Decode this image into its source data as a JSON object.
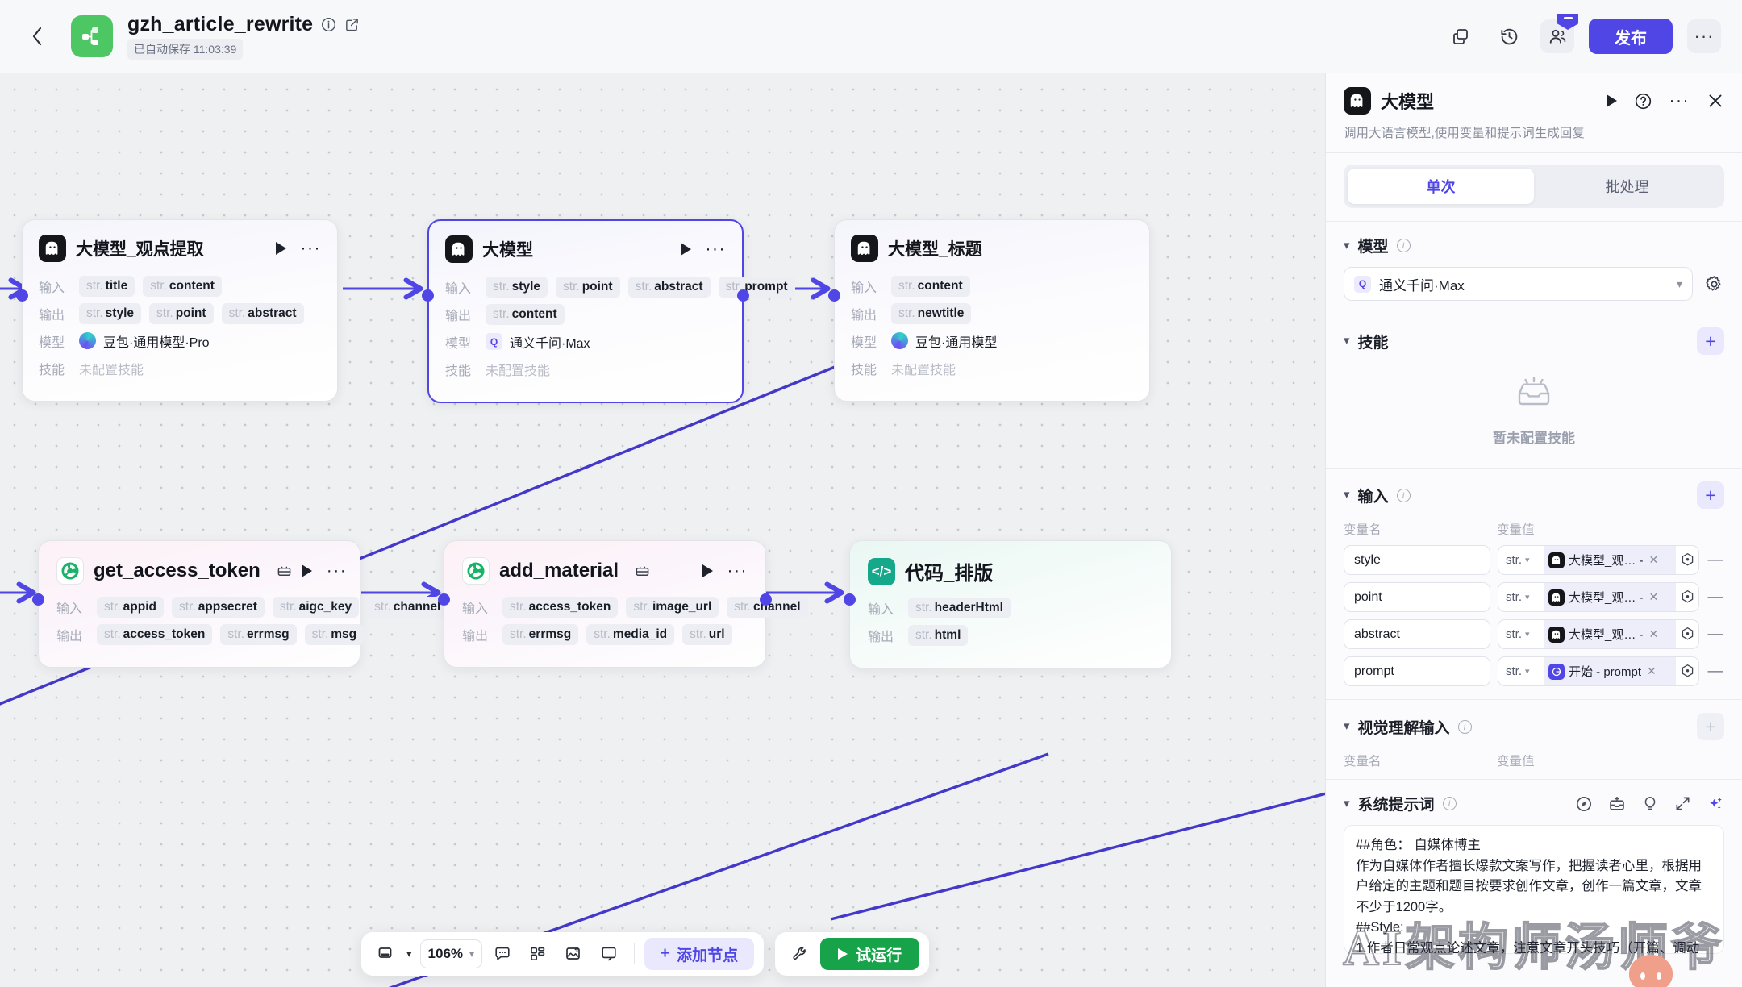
{
  "header": {
    "back_icon": "chevron-left-icon",
    "logo_icon": "workflow-logo-icon",
    "project_title": "gzh_article_rewrite",
    "info_icon": "info-circle-icon",
    "edit_icon": "edit-square-icon",
    "autosave_text": "已自动保存 11:03:39",
    "copy_icon": "duplicate-icon",
    "history_icon": "history-clock-icon",
    "collaborators_icon": "collaborators-icon",
    "publish_label": "发布",
    "more_icon": "more-dots-icon",
    "accent_color": "#4f46e5",
    "logo_color": "#4cc764"
  },
  "canvas": {
    "zoom_level": "106%",
    "toolbar": {
      "frame_icon": "frame-select-icon",
      "comment_icon": "comment-icon",
      "layout_icon": "auto-layout-icon",
      "image_icon": "image-upload-icon",
      "note_icon": "sticky-note-icon",
      "add_node_label": "添加节点",
      "add_node_icon": "plus-icon",
      "wrench_icon": "wrench-icon",
      "run_label": "试运行",
      "run_icon": "play-icon"
    },
    "labels": {
      "input": "输入",
      "output": "输出",
      "model": "模型",
      "skill": "技能"
    },
    "nodes": [
      {
        "id": "llm-viewpoint",
        "kind": "llm",
        "title": "大模型_观点提取",
        "icon": "llm-ghost-icon",
        "inputs": [
          "title",
          "content"
        ],
        "outputs": [
          "style",
          "point",
          "abstract"
        ],
        "model": "豆包·通用模型·Pro",
        "model_icon": "doubao-icon",
        "skill": "未配置技能",
        "selected": false,
        "has_play": true
      },
      {
        "id": "llm-main",
        "kind": "llm",
        "title": "大模型",
        "icon": "llm-ghost-icon",
        "inputs": [
          "style",
          "point",
          "abstract",
          "prompt"
        ],
        "outputs": [
          "content"
        ],
        "model": "通义千问·Max",
        "model_icon": "qwen-icon",
        "skill": "未配置技能",
        "selected": true,
        "has_play": true
      },
      {
        "id": "llm-title",
        "kind": "llm",
        "title": "大模型_标题",
        "icon": "llm-ghost-icon",
        "inputs": [
          "content"
        ],
        "outputs": [
          "newtitle"
        ],
        "model": "豆包·通用模型",
        "model_icon": "doubao-icon",
        "skill": "未配置技能",
        "selected": false,
        "has_play": false
      },
      {
        "id": "plugin-token",
        "kind": "plugin",
        "title": "get_access_token",
        "icon": "plugin-swirl-icon",
        "badge_icon": "plugin-tag-icon",
        "inputs": [
          "appid",
          "appsecret",
          "aigc_key",
          "channel"
        ],
        "outputs": [
          "access_token",
          "errmsg",
          "msg"
        ],
        "selected": false,
        "has_play": true
      },
      {
        "id": "plugin-material",
        "kind": "plugin",
        "title": "add_material",
        "icon": "plugin-swirl-icon",
        "badge_icon": "plugin-tag-icon",
        "inputs": [
          "access_token",
          "image_url",
          "channel"
        ],
        "outputs": [
          "errmsg",
          "media_id",
          "url"
        ],
        "selected": false,
        "has_play": true
      },
      {
        "id": "code-layout",
        "kind": "code",
        "title": "代码_排版",
        "icon": "code-brackets-icon",
        "inputs": [
          "headerHtml"
        ],
        "outputs": [
          "html"
        ],
        "selected": false,
        "has_play": false
      }
    ],
    "type_prefix": "str."
  },
  "panel": {
    "icon": "llm-ghost-icon",
    "title": "大模型",
    "run_icon": "play-icon",
    "help_icon": "question-circle-icon",
    "more_icon": "more-dots-icon",
    "close_icon": "close-icon",
    "description": "调用大语言模型,使用变量和提示词生成回复",
    "tabs": [
      {
        "label": "单次",
        "active": true
      },
      {
        "label": "批处理",
        "active": false
      }
    ],
    "model_section": {
      "title": "模型",
      "info_icon": "info-circle-icon",
      "selected_model": "通义千问·Max",
      "model_icon": "qwen-icon",
      "chevron_icon": "chevron-down-icon",
      "settings_icon": "gear-icon"
    },
    "skill_section": {
      "title": "技能",
      "add_icon": "plus-icon",
      "empty_icon": "empty-tray-icon",
      "empty_text": "暂未配置技能"
    },
    "input_section": {
      "title": "输入",
      "info_icon": "info-circle-icon",
      "add_icon": "plus-icon",
      "col_name": "变量名",
      "col_value": "变量值",
      "rows": [
        {
          "name": "style",
          "type": "str.",
          "ref_icon": "llm-ghost-icon",
          "ref": "大模型_观…  -",
          "removable": true
        },
        {
          "name": "point",
          "type": "str.",
          "ref_icon": "llm-ghost-icon",
          "ref": "大模型_观…  -",
          "removable": true
        },
        {
          "name": "abstract",
          "type": "str.",
          "ref_icon": "llm-ghost-icon",
          "ref": "大模型_观…  -",
          "removable": true
        },
        {
          "name": "prompt",
          "type": "str.",
          "ref_icon": "start-icon",
          "ref": "开始 - prompt",
          "removable": true
        }
      ]
    },
    "vision_section": {
      "title": "视觉理解输入",
      "info_icon": "info-circle-icon",
      "add_icon": "plus-icon",
      "col_name": "变量名",
      "col_value": "变量值"
    },
    "system_prompt_section": {
      "title": "系统提示词",
      "info_icon": "info-circle-icon",
      "compass_icon": "compass-icon",
      "library_icon": "prompt-library-icon",
      "bulb_icon": "idea-bulb-icon",
      "expand_icon": "expand-icon",
      "magic_icon": "magic-sparkle-icon",
      "text": "##角色： 自媒体博主\n作为自媒体作者擅长爆款文案写作，把握读者心里，根据用户给定的主题和题目按要求创作文章，创作一篇文章，文章不少于1200字。\n##Style:\n1.作者日常观点论述文章，注意文章开头技巧（开篇、调动"
    }
  },
  "watermark": {
    "text": "AI架构师汤师爷"
  }
}
